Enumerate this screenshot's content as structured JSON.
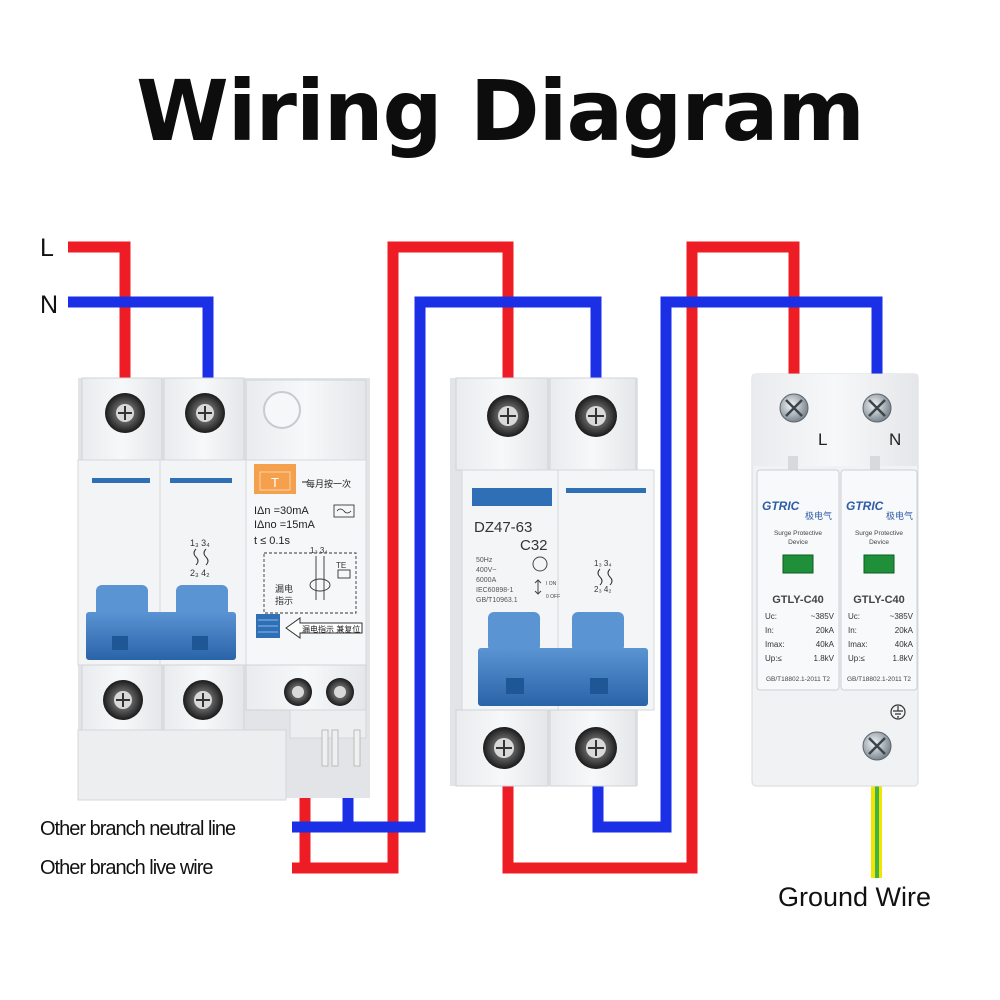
{
  "title": "Wiring Diagram",
  "labels": {
    "l": "L",
    "n": "N",
    "other_neutral": "Other branch neutral line",
    "other_live": "Other branch live wire",
    "ground": "Ground Wire"
  },
  "colors": {
    "live": "#ee1c25",
    "neutral": "#1a2fe6",
    "ground_yellow": "#f2e600",
    "ground_green": "#3db34a",
    "breaker_blue": "#2f6fb6",
    "accent_orange": "#f5a04c"
  },
  "rcbo": {
    "orange_tag": "T",
    "test_note": "每月按一次",
    "spec_line1": "IΔn =30mA",
    "spec_line2": "IΔno =15mA",
    "spec_line3": "t ≤ 0.1s",
    "terminal_top": "1₃ 3₄",
    "terminal_bottom": "2₃ 4₂",
    "leak_label1": "漏电",
    "leak_label2": "指示",
    "reset_note": "漏电指示 兼复位",
    "te_label": "TE"
  },
  "mcb": {
    "model": "DZ47-63",
    "rating": "C32",
    "specs": [
      "50Hz",
      "400V~",
      "6000A",
      "IEC60898-1",
      "GB/T10963.1"
    ],
    "on_off": "I ON",
    "off": "0 OFF",
    "terminal_top": "1₃ 3₄",
    "terminal_bottom": "2₃ 4₂"
  },
  "spd": {
    "label_l": "L",
    "label_n": "N",
    "modules": [
      {
        "brand": "GTRIC",
        "brand_cn": "极电气",
        "sub1": "Surge Protective",
        "sub2": "Device",
        "model": "GTLY-C40",
        "specs": [
          {
            "k": "Uc:",
            "v": "~385V"
          },
          {
            "k": "In:",
            "v": "20kA"
          },
          {
            "k": "Imax:",
            "v": "40kA"
          },
          {
            "k": "Up:≤",
            "v": "1.8kV"
          }
        ],
        "std": "GB/T18802.1-2011 T2"
      },
      {
        "brand": "GTRIC",
        "brand_cn": "极电气",
        "sub1": "Surge Protective",
        "sub2": "Device",
        "model": "GTLY-C40",
        "specs": [
          {
            "k": "Uc:",
            "v": "~385V"
          },
          {
            "k": "In:",
            "v": "20kA"
          },
          {
            "k": "Imax:",
            "v": "40kA"
          },
          {
            "k": "Up:≤",
            "v": "1.8kV"
          }
        ],
        "std": "GB/T18802.1-2011 T2"
      }
    ]
  }
}
